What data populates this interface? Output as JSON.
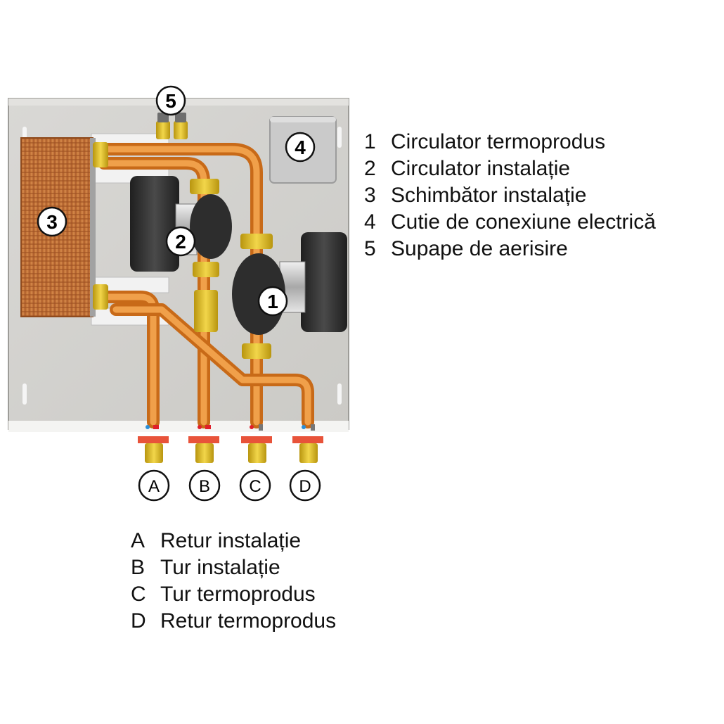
{
  "callouts": {
    "c1": "1",
    "c2": "2",
    "c3": "3",
    "c4": "4",
    "c5": "5",
    "cA": "A",
    "cB": "B",
    "cC": "C",
    "cD": "D"
  },
  "legend_components": [
    {
      "key": "1",
      "label": "Circulator termoprodus"
    },
    {
      "key": "2",
      "label": "Circulator instalație"
    },
    {
      "key": "3",
      "label": "Schimbător instalație"
    },
    {
      "key": "4",
      "label": "Cutie de conexiune electrică"
    },
    {
      "key": "5",
      "label": "Supape de aerisire"
    }
  ],
  "legend_connections": [
    {
      "key": "A",
      "label": "Retur instalație"
    },
    {
      "key": "B",
      "label": "Tur instalație"
    },
    {
      "key": "C",
      "label": "Tur termoprodus"
    },
    {
      "key": "D",
      "label": "Retur termoprodus"
    }
  ],
  "colors": {
    "panel": "#d5d4d1",
    "panel_edge": "#aeaeaa",
    "pipe": "#e8892e",
    "pipe_dark": "#c96d1c",
    "brass": "#d8b51e",
    "exchanger": "#c8773a",
    "pump_body": "#3a3a3a",
    "flange_red": "#e8533a",
    "hot_marker": "#e0202a",
    "cold_marker": "#2a8fd8",
    "junction_box": "#c9c9c9"
  }
}
